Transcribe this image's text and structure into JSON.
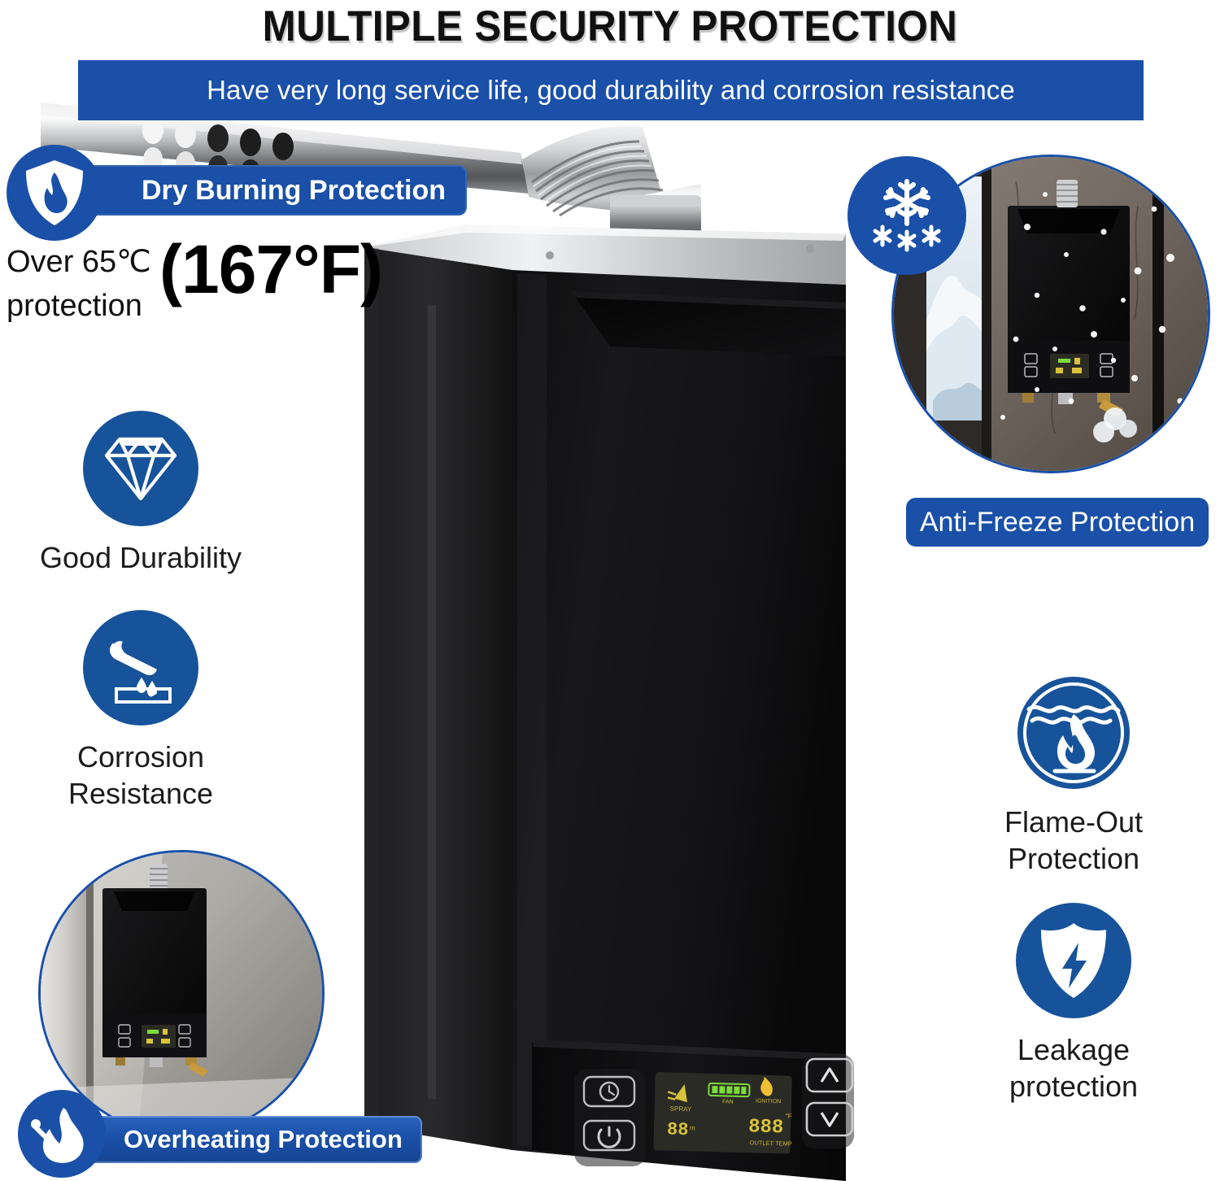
{
  "header": {
    "title": "MULTIPLE SECURITY PROTECTION",
    "subtitle": "Have very long service life, good durability and corrosion resistance"
  },
  "colors": {
    "brand_blue": "#1a50a8",
    "icon_blue": "#17539a",
    "title_black": "#111111",
    "body_text": "#1c1c1c",
    "badge_text": "#ffffff",
    "heater_black": "#151515",
    "lcd_amber": "#d8c33a",
    "lcd_green": "#7ddc3a"
  },
  "badges": {
    "dry_burning": {
      "label": "Dry Burning Protection",
      "icon": "shield-flame-icon"
    },
    "overheating": {
      "label": "Overheating Protection",
      "icon": "flame-thermometer-icon"
    },
    "anti_freeze": {
      "label": "Anti-Freeze Protection",
      "icon": "snowflake-icon"
    }
  },
  "callout": {
    "line1": "Over 65℃",
    "line2": "protection",
    "fahrenheit": "(167°F)"
  },
  "features": [
    {
      "id": "good-durability",
      "icon": "diamond-icon",
      "caption": "Good Durability"
    },
    {
      "id": "corrosion-resistance",
      "icon": "acid-drop-icon",
      "caption": "Corrosion\nResistance"
    },
    {
      "id": "flame-out-protection",
      "icon": "water-flame-icon",
      "caption": "Flame-Out\nProtection"
    },
    {
      "id": "leakage-protection",
      "icon": "shield-bolt-icon",
      "caption": "Leakage\nprotection"
    }
  ],
  "photos": {
    "overheating": {
      "alt": "Tankless water heater mounted on textured wall",
      "icon": "heater-photo"
    },
    "anti_freeze": {
      "alt": "Water heater outdoors in snowfall with snowy mountain view",
      "icon": "heater-snow-photo"
    }
  },
  "control_panel": {
    "buttons": [
      {
        "id": "timer-button",
        "icon": "clock-icon"
      },
      {
        "id": "power-button",
        "icon": "power-icon"
      },
      {
        "id": "up-button",
        "icon": "chevron-up-icon"
      },
      {
        "id": "down-button",
        "icon": "chevron-down-icon"
      }
    ],
    "display": {
      "spray_label": "SPRAY",
      "fan_label": "FAN",
      "ignition_label": "IGNITION",
      "outlet_temp_label": "OUTLET TEMP",
      "spray_value": "88",
      "temp_value": "888",
      "temp_unit": "°F",
      "fan_bars": 5
    }
  }
}
